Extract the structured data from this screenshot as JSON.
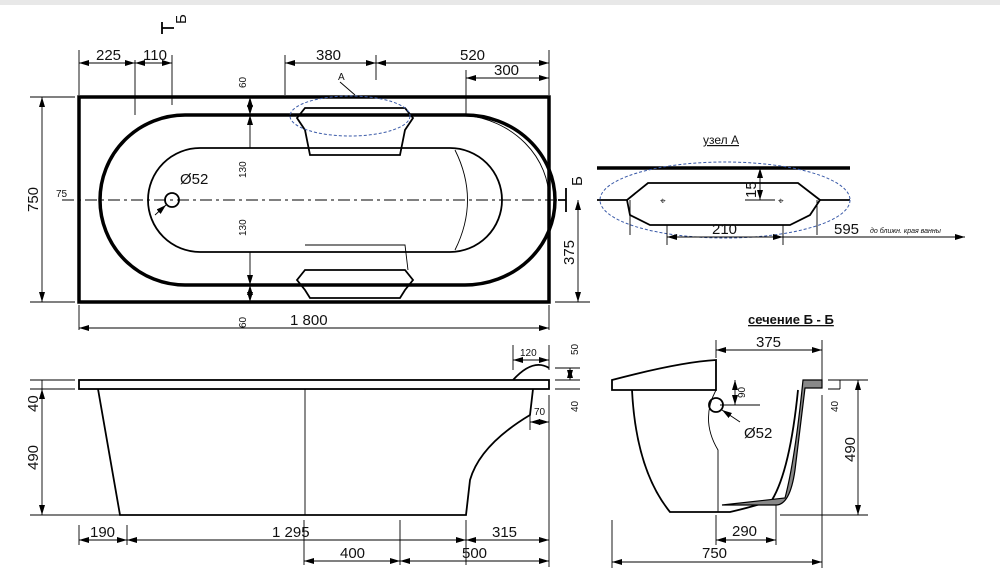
{
  "section_mark": "Б",
  "top_view": {
    "dims": {
      "d225": "225",
      "d110": "110",
      "d380": "380",
      "d520": "520",
      "d300": "300",
      "d750": "750",
      "d375": "375",
      "d1800": "1 800",
      "d60a": "60",
      "d60b": "60",
      "d130a": "130",
      "d130b": "130",
      "d75": "75",
      "drain": "Ø52"
    },
    "node_label": "A"
  },
  "node_a": {
    "title": "узел А",
    "d15": "15",
    "d210": "210",
    "d595": "595",
    "note": "до ближн. края ванны"
  },
  "side_view": {
    "dims": {
      "d40": "40",
      "d490": "490",
      "d190": "190",
      "d1295": "1 295",
      "d315": "315",
      "d400": "400",
      "d500": "500",
      "d120": "120",
      "d50": "50",
      "d70": "70",
      "d40r": "40"
    }
  },
  "section": {
    "title": "сечение Б - Б",
    "dims": {
      "d375": "375",
      "d90": "90",
      "drain": "Ø52",
      "d290": "290",
      "d750": "750",
      "d40": "40",
      "d490": "490"
    }
  }
}
